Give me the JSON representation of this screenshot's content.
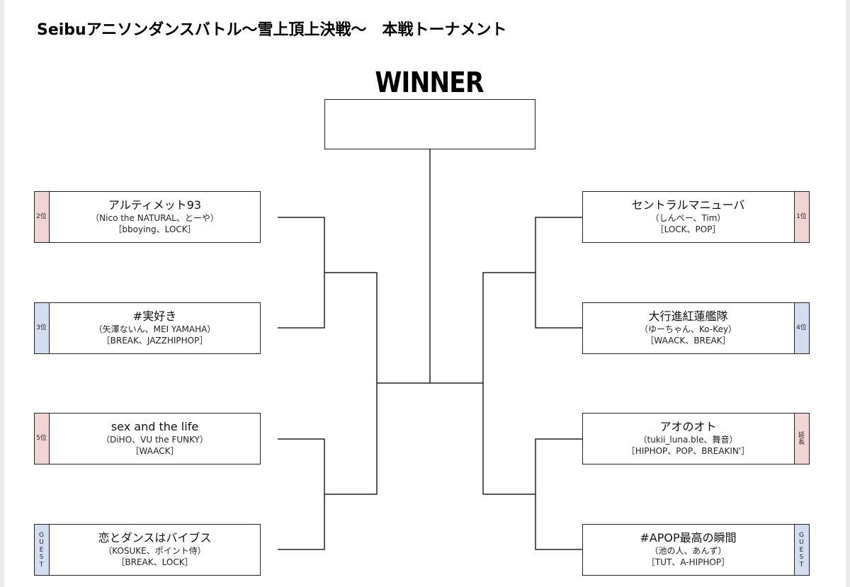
{
  "title": "Seibuアニソンダンスバトル〜雪上頂上決戦〜　本戦トーナメント",
  "winner": {
    "label": "WINNER",
    "name": ""
  },
  "left_teams": [
    {
      "rank": "2位",
      "tab_color": "#f1d5d5",
      "name": "アルティメット93",
      "members": "（Nico the NATURAL、とーや）",
      "genres": "［bboying、LOCK］"
    },
    {
      "rank": "3位",
      "tab_color": "#d3ddf1",
      "name": "#実好き",
      "members": "（矢澤ないん、MEI YAMAHA）",
      "genres": "［BREAK、JAZZHIPHOP］"
    },
    {
      "rank": "5位",
      "tab_color": "#f1d5d5",
      "name": "sex and the life",
      "members": "（DiHO、VU the FUNKY）",
      "genres": "［WAACK］"
    },
    {
      "rank": "GUEST",
      "tab_color": "#d3ddf1",
      "name": "恋とダンスはバイブス",
      "members": "（KOSUKE、ポイント侍）",
      "genres": "［BREAK、LOCK］"
    }
  ],
  "right_teams": [
    {
      "rank": "1位",
      "tab_color": "#f1d5d5",
      "name": "セントラルマニューバ",
      "members": "（しんぺー、Tim）",
      "genres": "［LOCK、POP］"
    },
    {
      "rank": "4位",
      "tab_color": "#d3ddf1",
      "name": "大行進紅蓮艦隊",
      "members": "（ゆーちゃん、Ko-Key）",
      "genres": "［WAACK、BREAK］"
    },
    {
      "rank": "延長",
      "tab_color": "#f1d5d5",
      "name": "アオのオト",
      "members": "（tukii_luna.ble、舞音）",
      "genres": "［HIPHOP、POP、BREAKIN'］"
    },
    {
      "rank": "GUEST",
      "tab_color": "#d3ddf1",
      "name": "#APOP最高の瞬間",
      "members": "（池の人、あんず）",
      "genres": "［TUT、A-HIPHOP］"
    }
  ]
}
